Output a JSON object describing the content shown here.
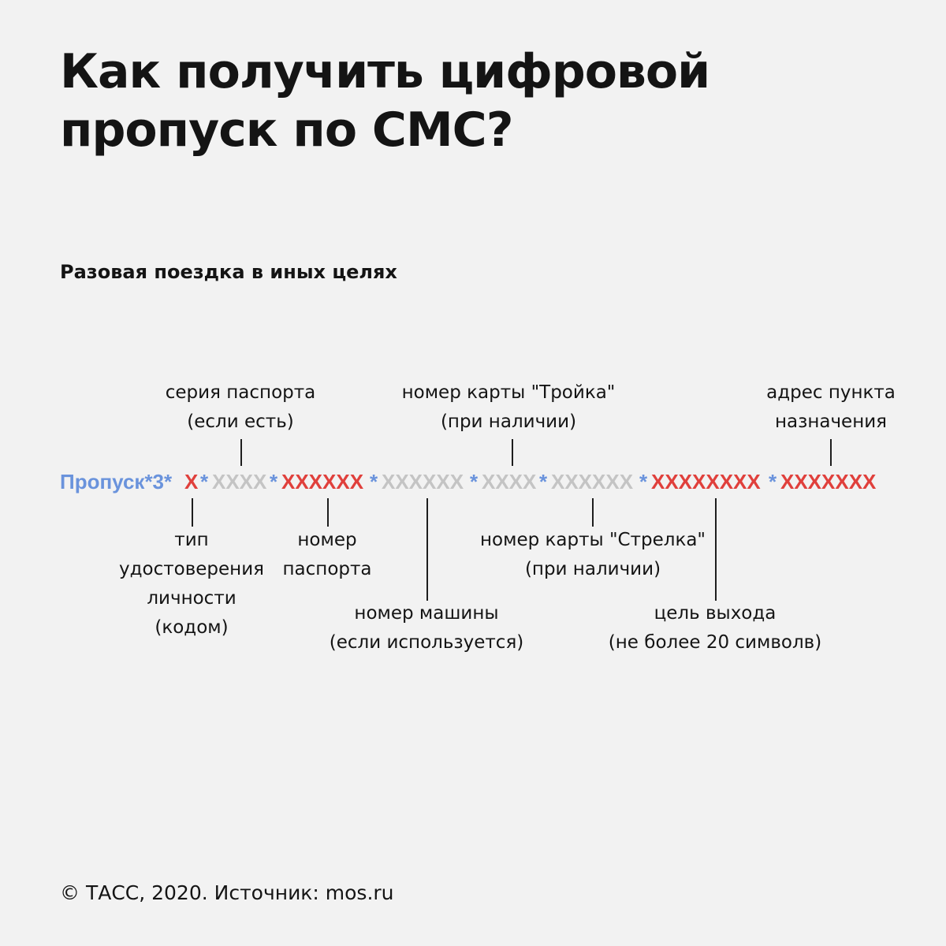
{
  "title": {
    "line1": "Как получить цифровой",
    "line2": "пропуск по СМС?"
  },
  "subtitle": "Разовая поездка в иных целях",
  "code": {
    "prefix": "Пропуск*3*",
    "id_type": "X",
    "sep1": "*",
    "passport_series": "XXXX",
    "sep2": "*",
    "passport_number": "XXXXXX",
    "sep3": "*",
    "car_number": "XXXXXX",
    "sep4": "*",
    "strelka": "XXXX",
    "sep5": "*",
    "troika": "XXXXXX",
    "sep6": "*",
    "purpose": "XXXXXXXX",
    "sep7": "*",
    "address": "XXXXXXX"
  },
  "labels": {
    "passport_series": {
      "line1": "серия паспорта",
      "line2": "(если есть)"
    },
    "troika": {
      "line1": "номер карты \"Тройка\"",
      "line2": "(при наличии)"
    },
    "address": {
      "line1": "адрес пункта",
      "line2": "назначения"
    },
    "id_type": {
      "line1": "тип",
      "line2": "удостоверения",
      "line3": "личности",
      "line4": "(кодом)"
    },
    "passport_number": {
      "line1": "номер",
      "line2": "паспорта"
    },
    "strelka": {
      "line1": "номер карты \"Стрелка\"",
      "line2": "(при наличии)"
    },
    "car_number": {
      "line1": "номер машины",
      "line2": "(если используется)"
    },
    "purpose": {
      "line1": "цель выхода",
      "line2": "(не более 20 символв)"
    }
  },
  "colors": {
    "fixed": "#6a93dc",
    "required": "#e0403c",
    "optional": "#c4c4c4",
    "background": "#f2f2f2"
  },
  "footer": "© ТАСС, 2020. Источник: mos.ru"
}
